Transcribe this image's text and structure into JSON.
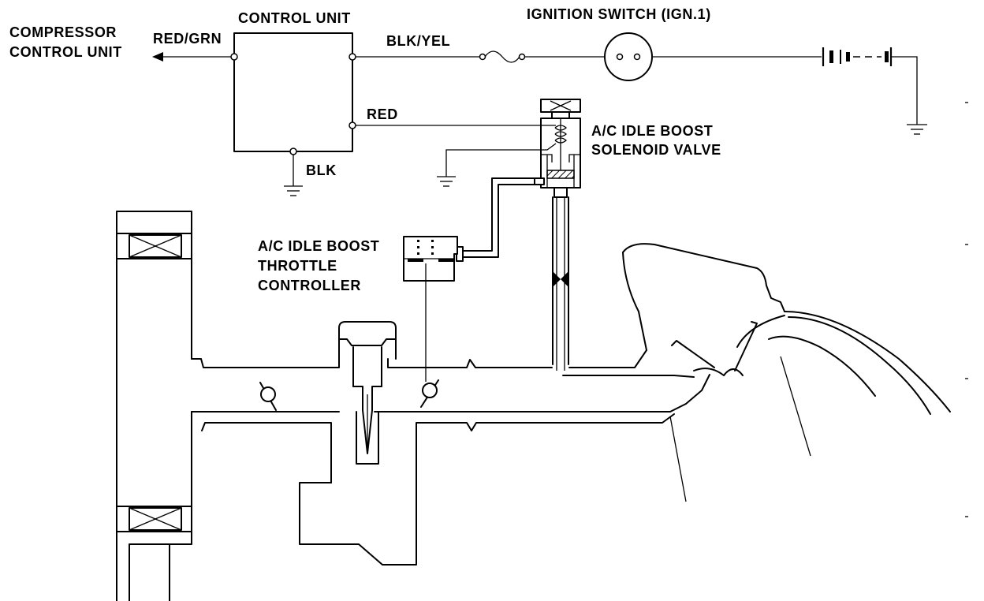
{
  "labels": {
    "control_unit": "CONTROL UNIT",
    "ignition_switch": "IGNITION SWITCH (IGN.1)",
    "compressor_line1": "COMPRESSOR",
    "compressor_line2": "CONTROL UNIT",
    "red_grn": "RED/GRN",
    "blk_yel": "BLK/YEL",
    "red": "RED",
    "blk": "BLK",
    "solenoid_line1": "A/C IDLE BOOST",
    "solenoid_line2": "SOLENOID VALVE",
    "throttle_line1": "A/C IDLE BOOST",
    "throttle_line2": "THROTTLE",
    "throttle_line3": "CONTROLLER"
  },
  "colors": {
    "line": "#000000",
    "background": "#ffffff"
  }
}
